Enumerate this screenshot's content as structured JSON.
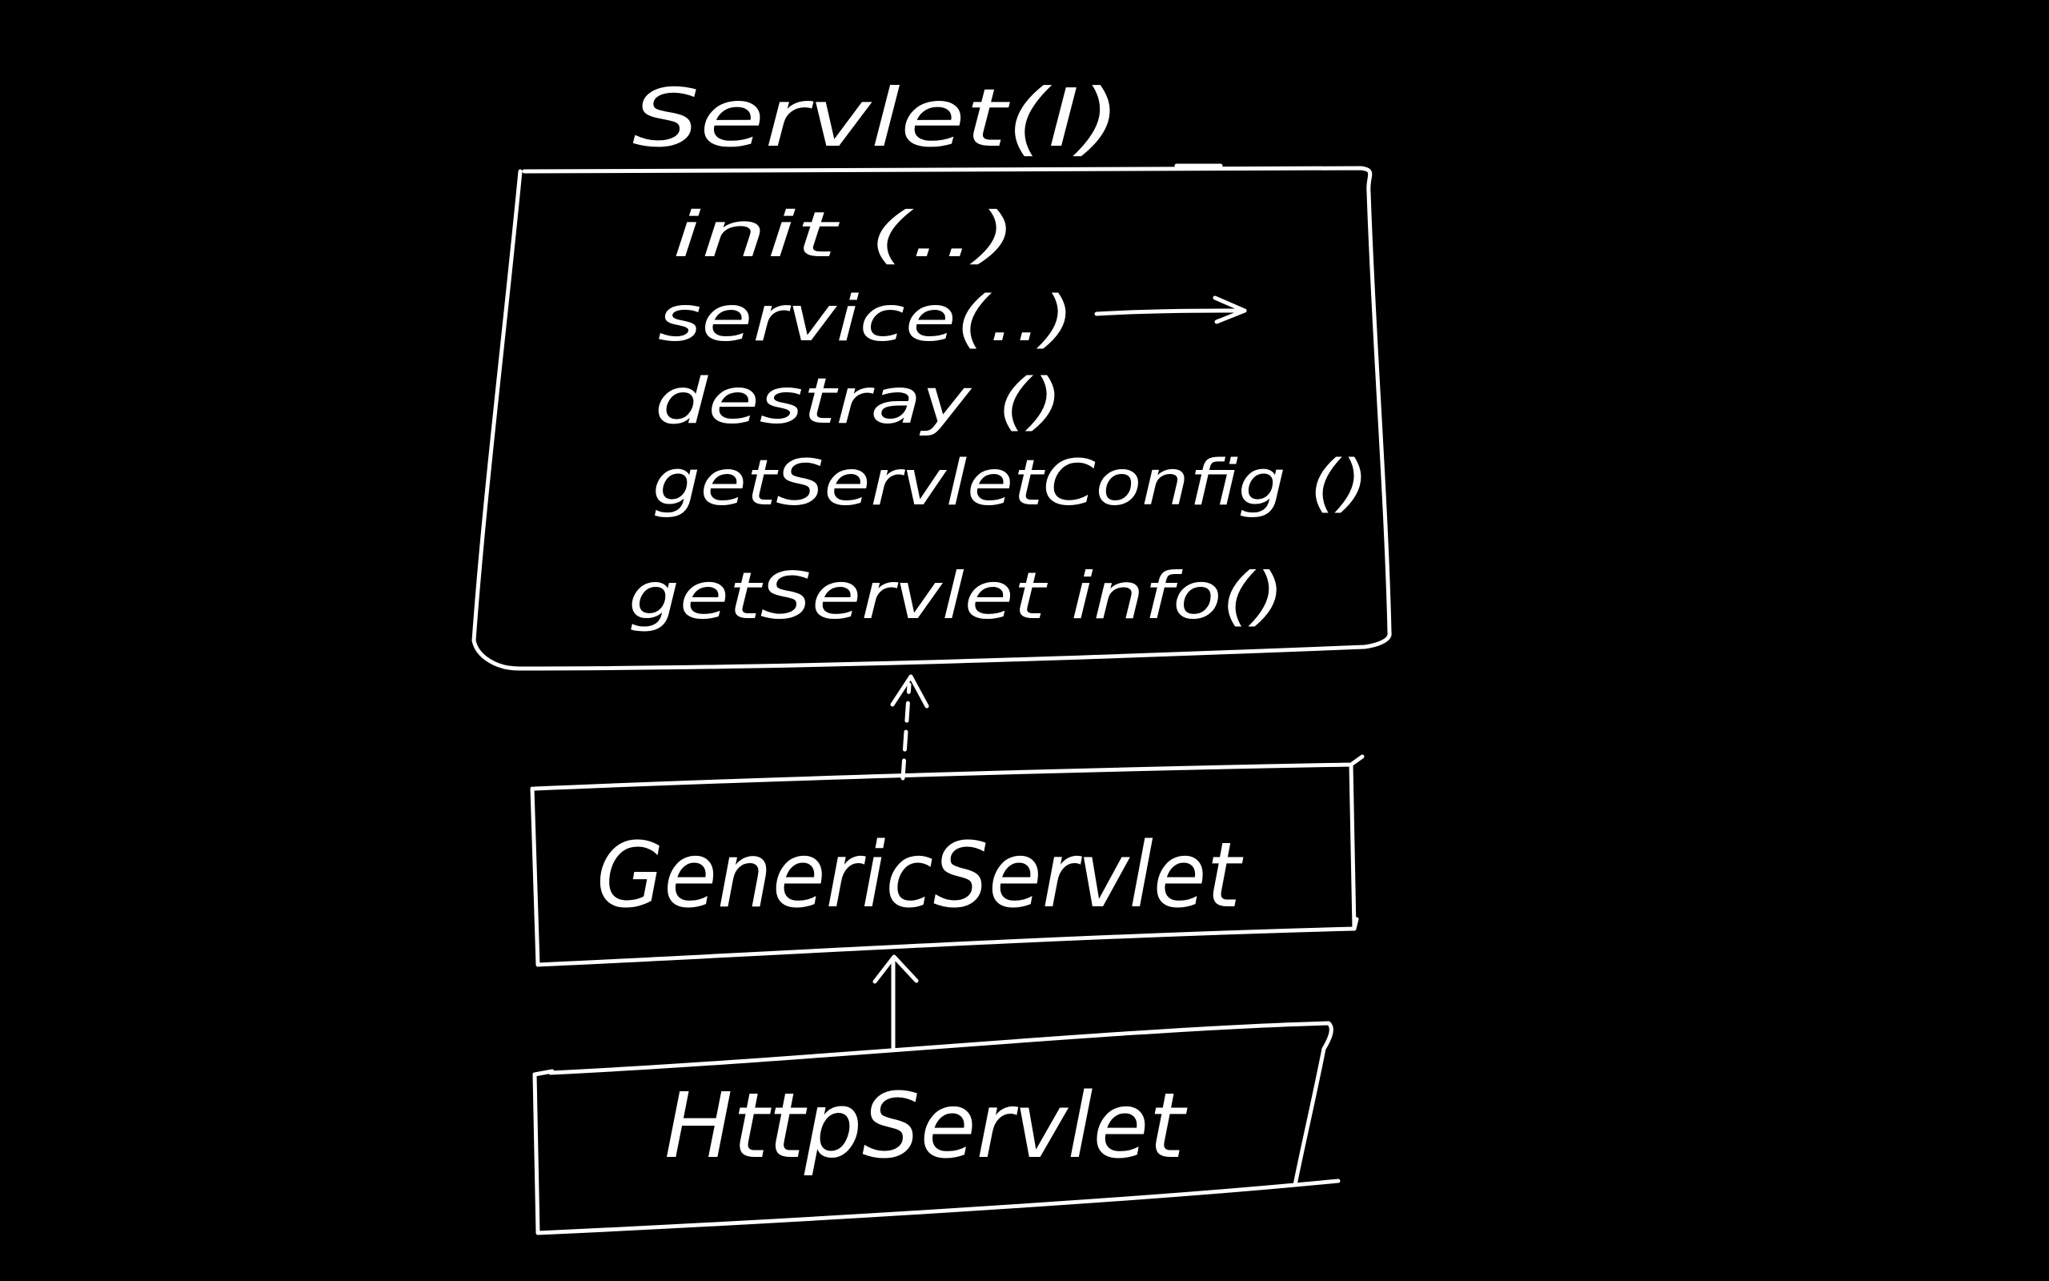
{
  "colors": {
    "background": "#000000",
    "ink": "#ffffff"
  },
  "diagram": {
    "interface": {
      "title": "Servlet(I)",
      "methods": [
        "init (..)",
        "service(..)",
        "destray ()",
        "getServletConfig ()",
        "getServlet info()"
      ]
    },
    "generic_class": {
      "label": "GenericServlet"
    },
    "http_class": {
      "label": "HttpServlet"
    },
    "relations": [
      {
        "from": "generic_class",
        "to": "interface",
        "style": "dashed"
      },
      {
        "from": "http_class",
        "to": "generic_class",
        "style": "solid"
      }
    ]
  }
}
